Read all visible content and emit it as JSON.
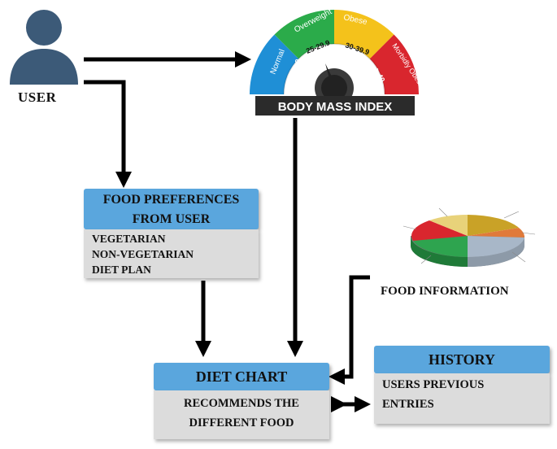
{
  "user": {
    "label": "USER"
  },
  "bmi": {
    "title": "BODY MASS INDEX",
    "outer_labels": [
      "Normal",
      "Overweight",
      "Obese",
      "Morbidly Obese"
    ],
    "inner_labels": [
      "18.5-24.9",
      "25-29.9",
      "30-39.9",
      "> 40"
    ],
    "colors": [
      "#1f8fd6",
      "#2bab4a",
      "#f4c21b",
      "#d9262e"
    ]
  },
  "preferences": {
    "title_line1": "FOOD PREFERENCES",
    "title_line2": "FROM USER",
    "items": [
      "VEGETARIAN",
      "NON-VEGETARIAN",
      "DIET PLAN"
    ]
  },
  "food_info": {
    "label": "FOOD INFORMATION",
    "pie_colors": [
      "#c9a227",
      "#e07a3a",
      "#a8b7c8",
      "#2ea44f",
      "#d9262e",
      "#e8d27a"
    ]
  },
  "diet_chart": {
    "title": "DIET CHART",
    "line1": "RECOMMENDS THE",
    "line2": "DIFFERENT FOOD"
  },
  "history": {
    "title": "HISTORY",
    "line1": "USERS PREVIOUS",
    "line2": "ENTRIES"
  },
  "colors": {
    "header_blue": "#5aa6dd",
    "body_gray": "#dcdcdc",
    "user_icon": "#3c5a78"
  }
}
